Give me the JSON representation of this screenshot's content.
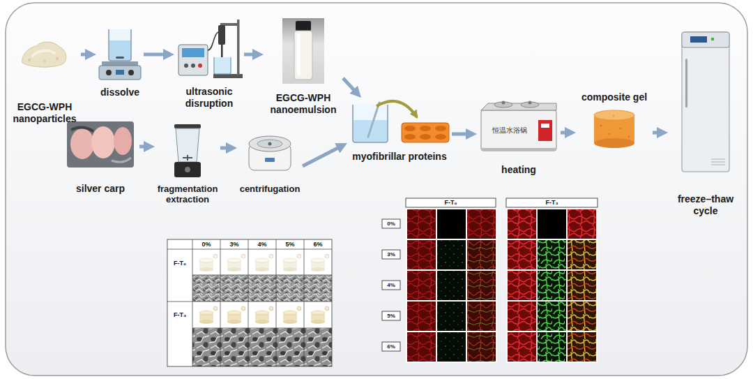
{
  "diagram": {
    "nodes": [
      {
        "text": [
          "EGCG-WPH nanoparticles"
        ]
      },
      {
        "text": [
          "dissolve"
        ]
      },
      {
        "text": [
          "ultrasonic disruption"
        ]
      },
      {
        "text": [
          "EGCG-WPH nanoemulsion"
        ]
      },
      {
        "text": [
          "silver carp"
        ]
      },
      {
        "text": [
          "fragmentation extraction"
        ]
      },
      {
        "text": [
          "centrifugation"
        ]
      },
      {
        "text": [
          "myofibrillar proteins"
        ]
      },
      {
        "text": [
          "heating"
        ]
      },
      {
        "text": [
          "composite gel"
        ]
      },
      {
        "text": [
          "freeze–thaw cycle"
        ]
      }
    ],
    "edges": [
      {
        "from": 0,
        "to": 1,
        "arrow": "to"
      },
      {
        "from": 1,
        "to": 2,
        "arrow": "to"
      },
      {
        "from": 2,
        "to": 3,
        "arrow": "to"
      },
      {
        "from": 3,
        "to": 7,
        "arrow": "to"
      },
      {
        "from": 4,
        "to": 5,
        "arrow": "to"
      },
      {
        "from": 5,
        "to": 6,
        "arrow": "to"
      },
      {
        "from": 6,
        "to": 7,
        "arrow": "to"
      },
      {
        "from": 7,
        "to": 8,
        "arrow": "to"
      },
      {
        "from": 8,
        "to": 9,
        "arrow": "to"
      },
      {
        "from": 9,
        "to": 10,
        "arrow": "to"
      }
    ],
    "labels": [
      "恒温水浴锅",
      "0%",
      "3%",
      "4%",
      "5%",
      "6%",
      "F-T₀",
      "F-T₃",
      "F-T₀",
      "F-T₃",
      "0%",
      "3%",
      "4%",
      "5%",
      "6%"
    ]
  }
}
